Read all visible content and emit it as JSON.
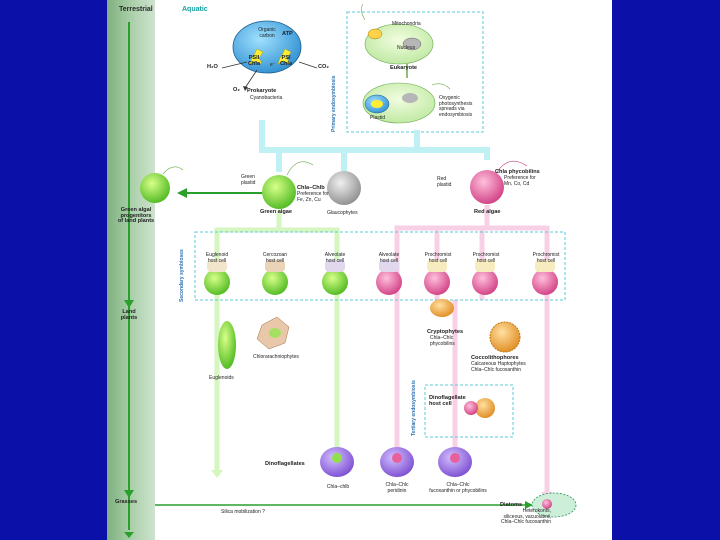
{
  "header": {
    "terrestrial": "Terrestrial",
    "aquatic": "Aquatic"
  },
  "prokaryote": {
    "organic_carbon": "Organic\ncarbon",
    "atp": "ATP",
    "psii": "PSII\nChla",
    "psi": "PSI\nChla",
    "h2o": "H₂O",
    "co2": "CO₂",
    "o2": "O₂",
    "electron": "e⁻",
    "title": "Prokaryote",
    "subtitle": "Cyanobacteria"
  },
  "primary": {
    "mitochondria": "Mitochondria",
    "nucleus": "Nucleus",
    "eukaryote": "Eukaryote",
    "plastid": "Plastid",
    "oxygenic": "Oxygenic\nphotosynthesis\nspreads via\nendosymbiosis",
    "side_label": "Primary\nendosymbiosis"
  },
  "lineages": {
    "green_plastid": "Green\nplastid",
    "chla_chlb": "Chla–Chlb",
    "chla_chlb_pref": "Preference for\nFe, Zn, Cu",
    "green_algae": "Green algae",
    "glaucophytes": "Glaucophytes",
    "red_plastid": "Red\nplastid",
    "chla_phyco": "Chla phycobilins",
    "chla_phyco_pref": "Preference for\nMn, Co, Cd",
    "red_algae": "Red algae"
  },
  "terrestrial": {
    "progenitors": "Green algal\nprogenitors\nof land plants",
    "land_plants": "Land\nplants",
    "grasses": "Grasses",
    "silica": "Silica mobilization ?"
  },
  "secondary": {
    "side_label": "Secondary\nsymbioses",
    "hosts": [
      "Euglenoid\nhost cell",
      "Cercozoan\nhost cell",
      "Alveolate\nhost cell",
      "Alveolate\nhost cell",
      "Prochromist\nhost cell",
      "Prochromist\nhost cell",
      "Prochromist\nhost cell"
    ]
  },
  "products": {
    "euglenoids": "Euglenoids",
    "chlorarachniophytes": "Chlorarachniophytes",
    "cryptophytes": "Cryptophytes",
    "cryptophytes_pig": "Chla–Chlc\nphycobilins",
    "coccolithophores": "Coccolithophores",
    "coccolithophores_sub": "Calcareous Haptophytes\nChla–Chlc fucoxanthin",
    "tertiary_side": "Tertiary\nendosymbiosis",
    "dino_host": "Dinoflagellate\nhost cell",
    "dinoflagellates": "Dinoflagellates",
    "dino_chlb": "Chla–chlb",
    "dino_peridinin": "Chla–Chlc\nperidinin",
    "dino_fuco": "Chla–Chlc\nfucoxanthin or phycobilins",
    "diatoms": "Diatoms",
    "diatoms_sub": "Heterokonts,\nsiliceous, vacuolated,\nChla–Chlc fucoxanthin"
  },
  "colors": {
    "background": "#0b10a8",
    "terrestrial_band": "#8fbf8f",
    "cyan_flow": "#bff0f4",
    "green_flow": "#d6f6c0",
    "pink_flow": "#f8d0e6",
    "dashed_box": "#5cc8d8",
    "green_cell": "#7de03a",
    "red_cell": "#e8609a",
    "purple_cell": "#9a6ee0"
  }
}
